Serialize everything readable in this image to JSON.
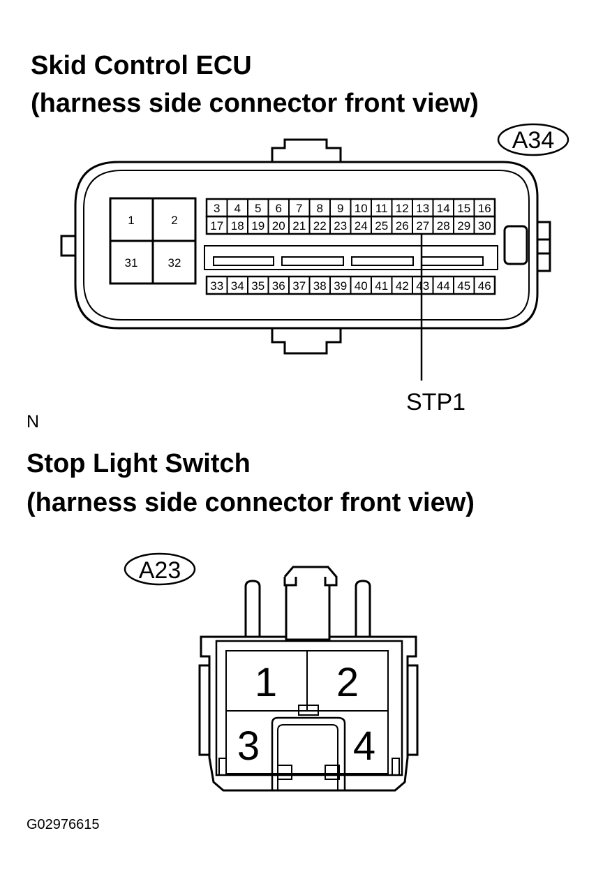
{
  "ecu": {
    "title": "Skid Control ECU",
    "subtitle": "(harness side connector front view)",
    "connector_id": "A34",
    "big_pins": [
      "1",
      "2",
      "31",
      "32"
    ],
    "row1": [
      "3",
      "4",
      "5",
      "6",
      "7",
      "8",
      "9",
      "10",
      "11",
      "12",
      "13",
      "14",
      "15",
      "16"
    ],
    "row2": [
      "17",
      "18",
      "19",
      "20",
      "21",
      "22",
      "23",
      "24",
      "25",
      "26",
      "27",
      "28",
      "29",
      "30"
    ],
    "row3": [
      "33",
      "34",
      "35",
      "36",
      "37",
      "38",
      "39",
      "40",
      "41",
      "42",
      "43",
      "44",
      "45",
      "46"
    ],
    "callout": "STP1"
  },
  "orientation_label": "N",
  "switch": {
    "title": "Stop Light Switch",
    "subtitle": "(harness side connector front view)",
    "connector_id": "A23",
    "pins": [
      "1",
      "2",
      "3",
      "4"
    ]
  },
  "figure_id": "G02976615"
}
